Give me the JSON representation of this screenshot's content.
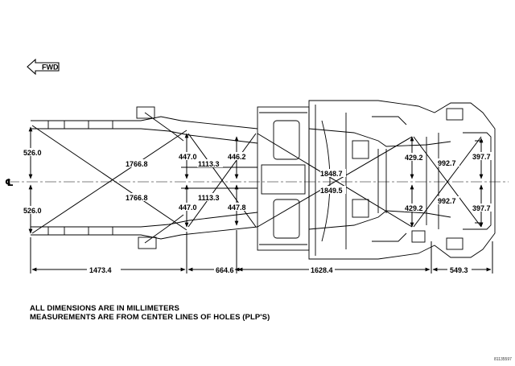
{
  "direction_label": "FWD",
  "centerline_symbol": "℄",
  "notes": {
    "line1": "ALL DIMENSIONS ARE IN MILLIMETERS",
    "line2": "MEASUREMENTS ARE FROM CENTER LINES OF HOLES (PLP'S)"
  },
  "figure_id": "81135597",
  "dimensions": {
    "front_width_upper": "526.0",
    "front_width_lower": "526.0",
    "front_diagonal_upper": "1766.8",
    "front_diagonal_lower": "1766.8",
    "width_a_upper": "447.0",
    "width_a_lower": "447.0",
    "mid_diagonal_upper": "1113.3",
    "mid_diagonal_lower": "1113.3",
    "width_b_upper": "446.2",
    "width_b_lower": "447.8",
    "long_diagonal_upper": "1848.7",
    "long_diagonal_lower": "1849.5",
    "width_c_upper": "429.2",
    "width_c_lower": "429.2",
    "rear_diagonal_upper": "992.7",
    "rear_diagonal_lower": "992.7",
    "rear_width_upper": "397.7",
    "rear_width_lower": "397.7",
    "length_1": "1473.4",
    "length_2": "664.6",
    "length_3": "1628.4",
    "length_4": "549.3"
  }
}
